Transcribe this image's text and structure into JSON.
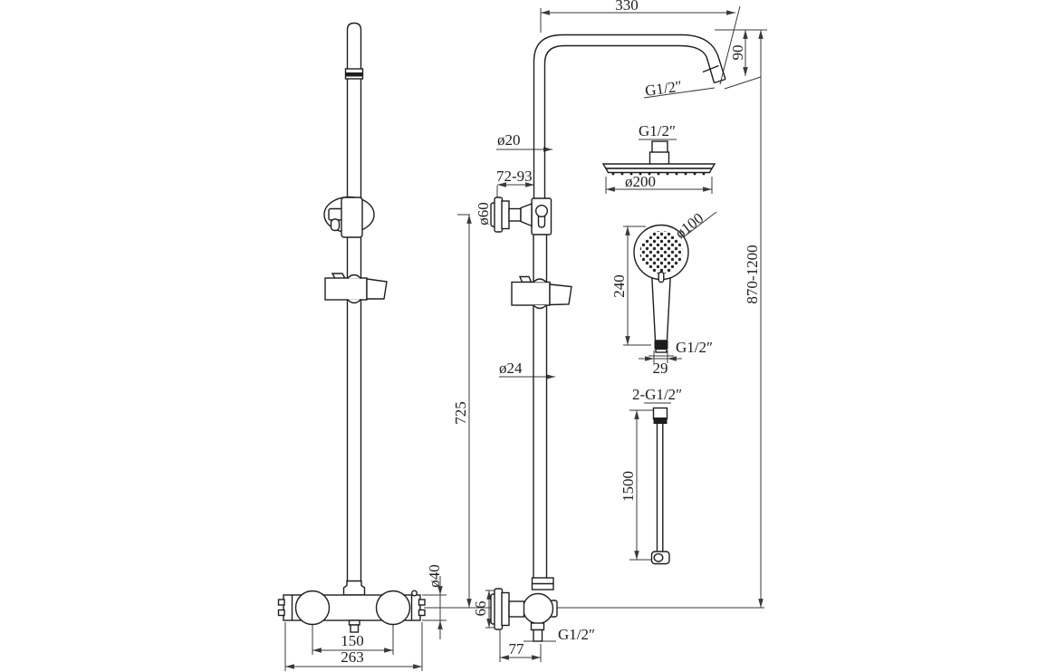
{
  "colors": {
    "background": "#ffffff",
    "line": "#1e1e1e",
    "dim_line": "#3a3a3a"
  },
  "labels": {
    "front": {
      "knob_spacing": "150",
      "overall_width": "263",
      "body_diameter": "ø40"
    },
    "side": {
      "arm_reach": "330",
      "arm_drop": "90",
      "arm_thread": "G1/2″",
      "pipe_diameter": "ø20",
      "bracket_range": "72-93",
      "flange_diameter": "ø60",
      "rail_diameter": "ø24",
      "rail_length": "725",
      "flange_height": "66",
      "wall_offset": "77",
      "outlet_thread": "G1/2″",
      "overall_height": "870-1200"
    },
    "head": {
      "thread": "G1/2″",
      "diameter": "ø200"
    },
    "handset": {
      "diameter": "ø100",
      "length": "240",
      "thread": "G1/2″",
      "width": "29"
    },
    "hose": {
      "thread": "2-G1/2″",
      "length": "1500"
    }
  }
}
